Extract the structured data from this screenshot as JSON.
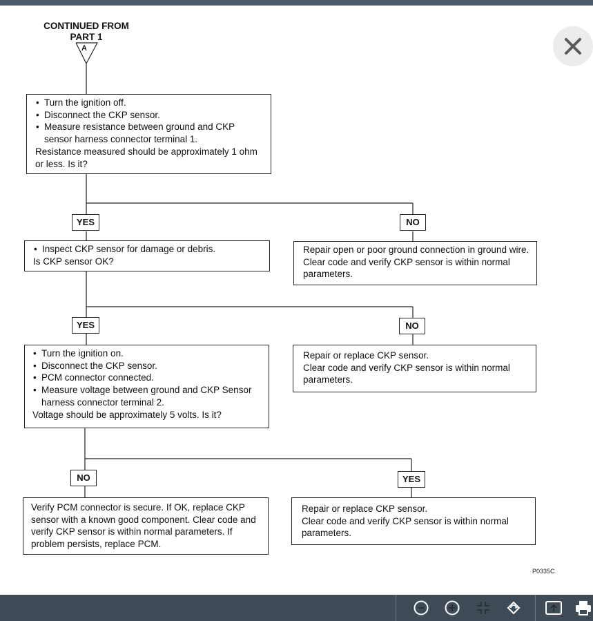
{
  "flowchart": {
    "continued_from": "CONTINUED FROM",
    "continued_part": "PART 1",
    "connector_label": "A",
    "step1_lines": [
      "Turn the ignition off.",
      "Disconnect the CKP sensor.",
      "Measure resistance between ground and CKP sensor harness connector terminal 1."
    ],
    "step1_question": "Resistance measured should be approximately 1 ohm or less. Is it?",
    "yes_label_1": "YES",
    "no_label_1": "NO",
    "step2_lines": [
      "Inspect CKP sensor for damage or debris."
    ],
    "step2_question": "Is CKP sensor OK?",
    "no_action_1": "Repair open or poor ground connection in ground wire. Clear code and verify CKP sensor is within normal parameters.",
    "yes_label_2": "YES",
    "no_label_2": "NO",
    "step3_lines": [
      "Turn the ignition on.",
      "Disconnect the CKP sensor.",
      "PCM connector connected.",
      "Measure voltage between ground and CKP Sensor harness connector terminal 2."
    ],
    "step3_question": "Voltage should be approximately 5 volts. Is it?",
    "no_action_2_line1": "Repair or replace CKP sensor.",
    "no_action_2_line2": "Clear code and verify CKP sensor is within normal parameters.",
    "no_label_3": "NO",
    "yes_label_3": "YES",
    "no_action_3": "Verify PCM connector is secure. If OK, replace CKP sensor with a known good component. Clear code and verify CKP sensor is within normal parameters.  If problem persists, replace PCM.",
    "yes_action_3_line1": "Repair or replace CKP sensor.",
    "yes_action_3_line2": "Clear code and verify CKP sensor is within normal parameters.",
    "figure_code": "P0335C"
  },
  "toolbar": {
    "buttons": [
      "zoom-out-icon",
      "zoom-in-icon",
      "fit-icon",
      "rotate-icon",
      "open-external-icon",
      "print-icon"
    ]
  }
}
